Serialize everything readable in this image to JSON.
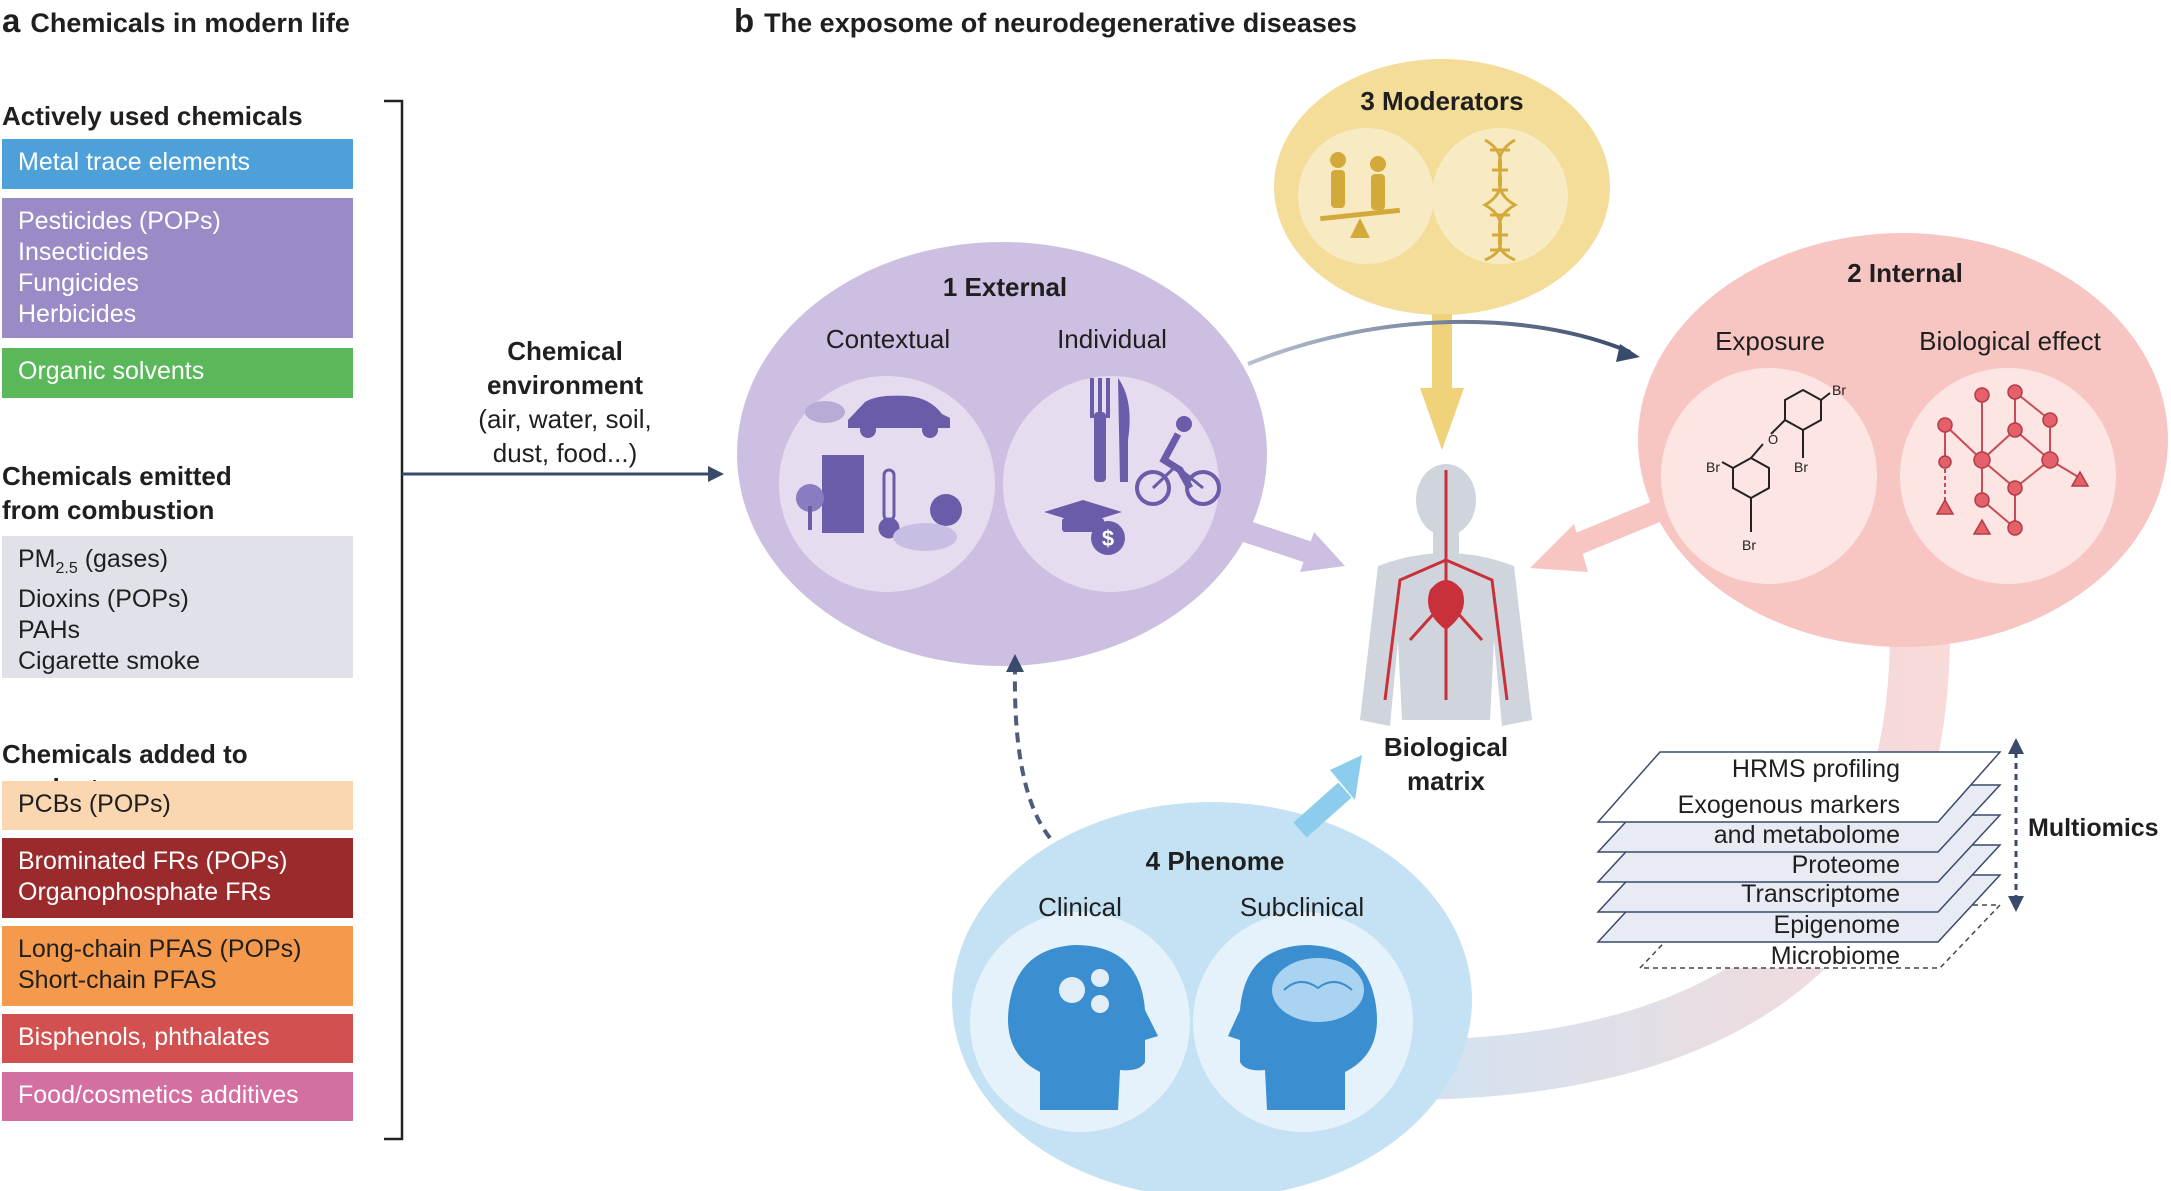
{
  "panel_a": {
    "letter": "a",
    "title": "Chemicals in modern life",
    "groups": [
      {
        "heading": "Actively used chemicals",
        "boxes": [
          {
            "lines": [
              "Metal trace elements"
            ],
            "color": "#4ea1d8"
          },
          {
            "lines": [
              "Pesticides (POPs)",
              "Insecticides",
              "Fungicides",
              "Herbicides"
            ],
            "color": "#9a8bc6"
          },
          {
            "lines": [
              "Organic solvents"
            ],
            "color": "#5bb85a"
          }
        ]
      },
      {
        "heading_lines": [
          "Chemicals emitted",
          "from combustion"
        ],
        "boxes": [
          {
            "pm_main": "PM",
            "pm_sub": "2.5",
            "pm_rest": " (gases)",
            "lines": [
              "Dioxins (POPs)",
              "PAHs",
              "Cigarette smoke"
            ],
            "color": "#dfe2e8"
          }
        ]
      },
      {
        "heading": "Chemicals added to products",
        "boxes": [
          {
            "lines": [
              "PCBs (POPs)"
            ],
            "color": "#fbd7b1"
          },
          {
            "lines": [
              "Brominated FRs (POPs)",
              "Organophosphate FRs"
            ],
            "color": "#9b2a2c"
          },
          {
            "lines": [
              "Long-chain PFAS (POPs)",
              "Short-chain PFAS"
            ],
            "color": "#f59a4c"
          },
          {
            "lines": [
              "Bisphenols, phthalates"
            ],
            "color": "#d2504f"
          },
          {
            "lines": [
              "Food/cosmetics additives"
            ],
            "color": "#d46fa2"
          }
        ]
      }
    ],
    "env_lines": [
      "Chemical",
      "environment",
      "(air, water, soil,",
      "dust, food...)"
    ]
  },
  "panel_b": {
    "letter": "b",
    "title": "The exposome of neurodegenerative diseases",
    "external": {
      "title": "1  External",
      "left": "Contextual",
      "right": "Individual",
      "color": "#cdbfe2"
    },
    "internal": {
      "title": "2  Internal",
      "left": "Exposure",
      "right": "Biological effect",
      "color": "#f7c6c3",
      "br_labels": [
        "Br",
        "Br",
        "Br",
        "Br"
      ]
    },
    "moderators": {
      "title": "3  Moderators",
      "color": "#f4dd99"
    },
    "phenome": {
      "title": "4  Phenome",
      "left": "Clinical",
      "right": "Subclinical",
      "color": "#c5e2f4"
    },
    "center_lines": [
      "Biological",
      "matrix"
    ],
    "layers": [
      "HRMS profiling",
      "Exogenous markers",
      "and metabolome",
      "Proteome",
      "Transcriptome",
      "Epigenome",
      "Microbiome"
    ],
    "multiomics": "Multiomics"
  },
  "colors": {
    "arrow_navy": "#3a4a6b",
    "icon_purple": "#6a5ca8",
    "node_red": "#e4606a",
    "head_blue": "#3b8fd0"
  },
  "icons": [
    "car-icon",
    "building-icon",
    "thermometer-icon",
    "sun-cloud-icon",
    "fork-knife-icon",
    "cyclist-icon",
    "graduation-cap-icon",
    "dollar-icon",
    "balance-people-icon",
    "dna-icon",
    "molecule-icon",
    "network-icon",
    "human-body-icon",
    "head-gears-icon",
    "head-brain-icon"
  ]
}
